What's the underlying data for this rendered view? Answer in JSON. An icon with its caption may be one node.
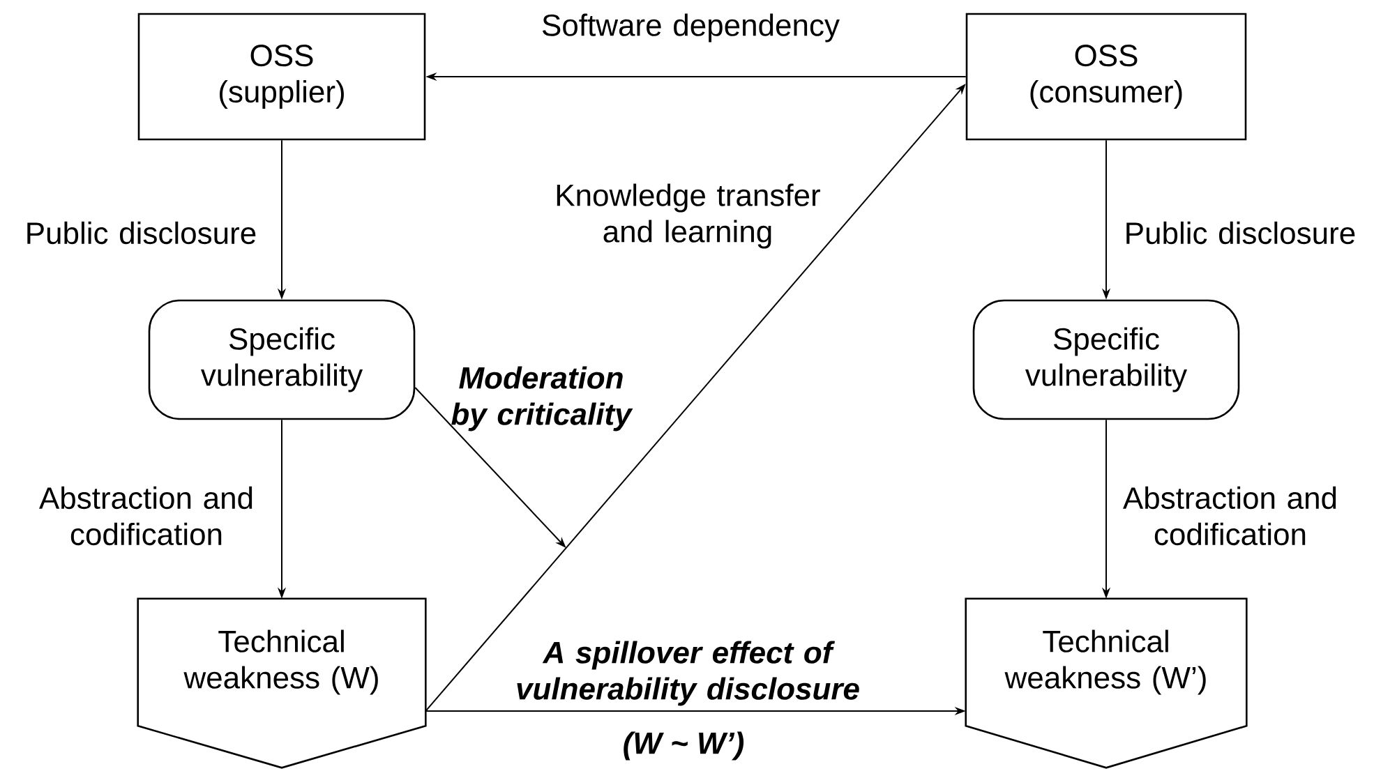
{
  "diagram": {
    "nodes": [
      {
        "text": [
          "OSS (supplier)"
        ]
      },
      {
        "text": [
          "OSS (consumer)"
        ]
      },
      {
        "text": [
          "Specific vulnerability"
        ]
      },
      {
        "text": [
          "Specific vulnerability"
        ]
      },
      {
        "text": [
          "Technical weakness (W)"
        ]
      },
      {
        "text": [
          "Technical weakness (W’)"
        ]
      }
    ],
    "edges": [
      {
        "from": 1,
        "to": 0,
        "arrow": "to",
        "label": "Software dependency"
      },
      {
        "from": 0,
        "to": 2,
        "arrow": "to",
        "label": "Public disclosure"
      },
      {
        "from": 1,
        "to": 3,
        "arrow": "to",
        "label": "Public disclosure"
      },
      {
        "from": 2,
        "to": 4,
        "arrow": "to",
        "label": "Abstraction and codification"
      },
      {
        "from": 3,
        "to": 5,
        "arrow": "to",
        "label": "Abstraction and codification"
      },
      {
        "from": 4,
        "to": 1,
        "arrow": "to",
        "label": "Knowledge transfer and learning"
      },
      {
        "from": 4,
        "to": 5,
        "arrow": "to",
        "label": "A spillover effect of vulnerability disclosure"
      },
      {
        "from": 2,
        "to": null,
        "arrow": "to",
        "label": "Moderation by criticality"
      }
    ],
    "labels": [
      "(W ~ W’)"
    ]
  }
}
